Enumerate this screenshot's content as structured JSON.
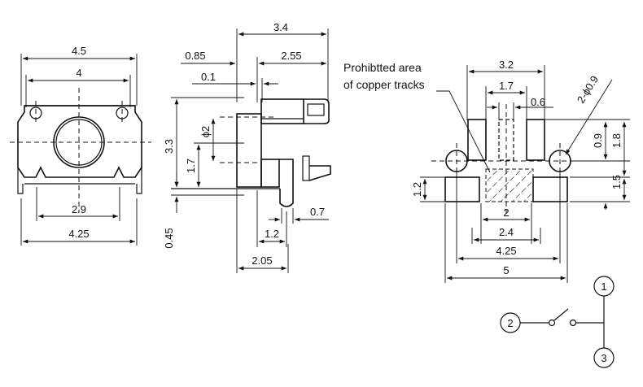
{
  "front_view": {
    "dim_width_top": "4.5",
    "dim_width_inner": "4",
    "dim_pin_spacing": "2.9",
    "dim_foot_width": "4.25"
  },
  "side_view": {
    "dim_total": "3.4",
    "dim_085": "0.85",
    "dim_255": "2.55",
    "dim_01": "0.1",
    "dim_height": "3.3",
    "dim_phi2": "ϕ2",
    "dim_17": "1.7",
    "dim_045": "0.45",
    "dim_07": "0.7",
    "dim_12": "1.2",
    "dim_205": "2.05"
  },
  "footprint": {
    "note_line1": "Prohibtted area",
    "note_line2": "of copper tracks",
    "dim_32": "3.2",
    "dim_17": "1.7",
    "dim_06": "0.6",
    "dim_holes": "2-ϕ0.9",
    "dim_09": "0.9",
    "dim_18": "1.8",
    "dim_15": "1.5",
    "dim_12": "1.2",
    "dim_2": "2",
    "dim_24": "2.4",
    "dim_425": "4.25",
    "dim_5": "5"
  },
  "schematic": {
    "pin1": "1",
    "pin2": "2",
    "pin3": "3"
  }
}
